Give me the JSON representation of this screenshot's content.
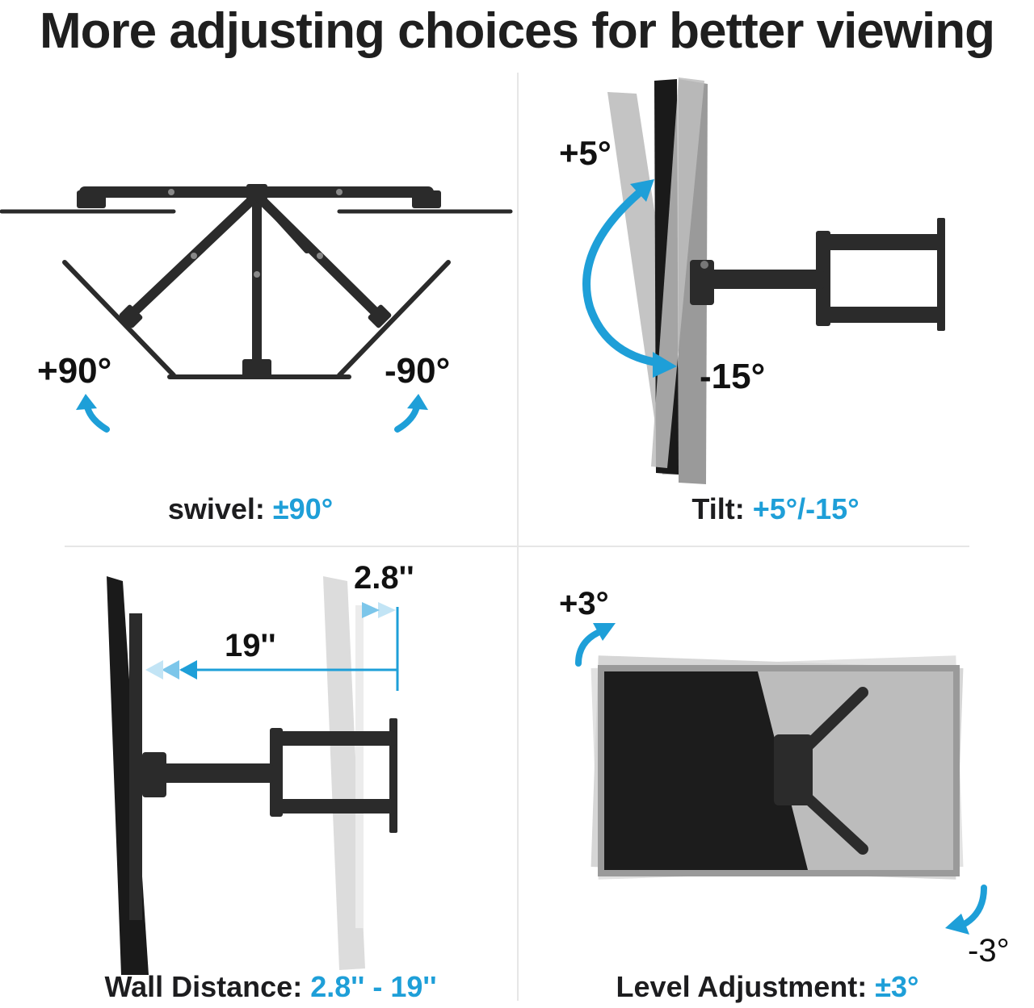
{
  "headline": "More adjusting choices for better viewing",
  "colors": {
    "accent": "#1e9fd8",
    "mount": "#2b2b2b",
    "screen_dark": "#1a1a1a",
    "screen_light": "#bdbdbd"
  },
  "icons": [
    "swivel-arrow-left-icon",
    "swivel-arrow-right-icon",
    "tilt-arc-arrow-icon",
    "distance-arrow-icon",
    "rotate-arrow-top-icon",
    "rotate-arrow-bottom-icon"
  ],
  "swivel": {
    "plus_label": "+90°",
    "minus_label": "-90°",
    "caption_prefix": "swivel: ",
    "caption_value": "±90°"
  },
  "tilt": {
    "plus_label": "+5°",
    "minus_label": "-15°",
    "caption_prefix": "Tilt: ",
    "caption_value": "+5°/-15°"
  },
  "distance": {
    "min_label": "2.8''",
    "max_label": "19''",
    "caption_prefix": "Wall Distance: ",
    "caption_value": "2.8'' - 19''"
  },
  "level": {
    "plus_label": "+3°",
    "minus_label": "-3°",
    "caption_prefix": "Level Adjustment: ",
    "caption_value": "±3°"
  }
}
